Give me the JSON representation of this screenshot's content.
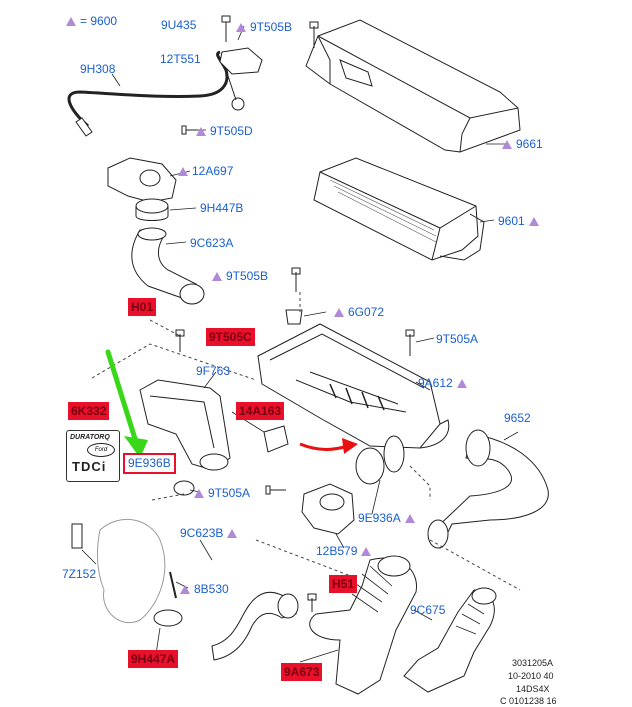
{
  "legend": {
    "symbol": "purple-triangle-icon",
    "value": "= 9600"
  },
  "labels": {
    "p9U435": "9U435",
    "p9T505B_top": "9T505B",
    "p12T551": "12T551",
    "p9H308": "9H308",
    "p9661": "9661",
    "p9T505D": "9T505D",
    "p12A697": "12A697",
    "p9H447B": "9H447B",
    "p9601": "9601",
    "p9C623A": "9C623A",
    "p9T505B_mid": "9T505B",
    "p6G072": "6G072",
    "p9T505A_right": "9T505A",
    "p9F763": "9F763",
    "p9A612": "9A612",
    "p9652": "9652",
    "p9T505A_left": "9T505A",
    "p9C623B": "9C623B",
    "p9E936A": "9E936A",
    "p12B579": "12B579",
    "p7Z152": "7Z152",
    "p8B530": "8B530",
    "p9C675": "9C675"
  },
  "red_boxes": {
    "hidden1": "H01",
    "hidden2": "9T505C",
    "hidden3": "6K332",
    "hidden4": "14A163",
    "hidden5": "H51",
    "hidden6": "9H447A",
    "hidden7": "9A673"
  },
  "outlined_box": "9E936B",
  "logo": {
    "line1": "DURATORQ",
    "brand": "Ford",
    "line2": "TDCi"
  },
  "footer": [
    "3031205A",
    "10-2010 40",
    "14DS4X",
    "C 0101238 16"
  ],
  "colors": {
    "label": "#1a5fd0",
    "triangle": "#b08ad8",
    "highlight": "#e8102a",
    "arrow_green": "#38d818",
    "arrow_red": "#e81010"
  }
}
